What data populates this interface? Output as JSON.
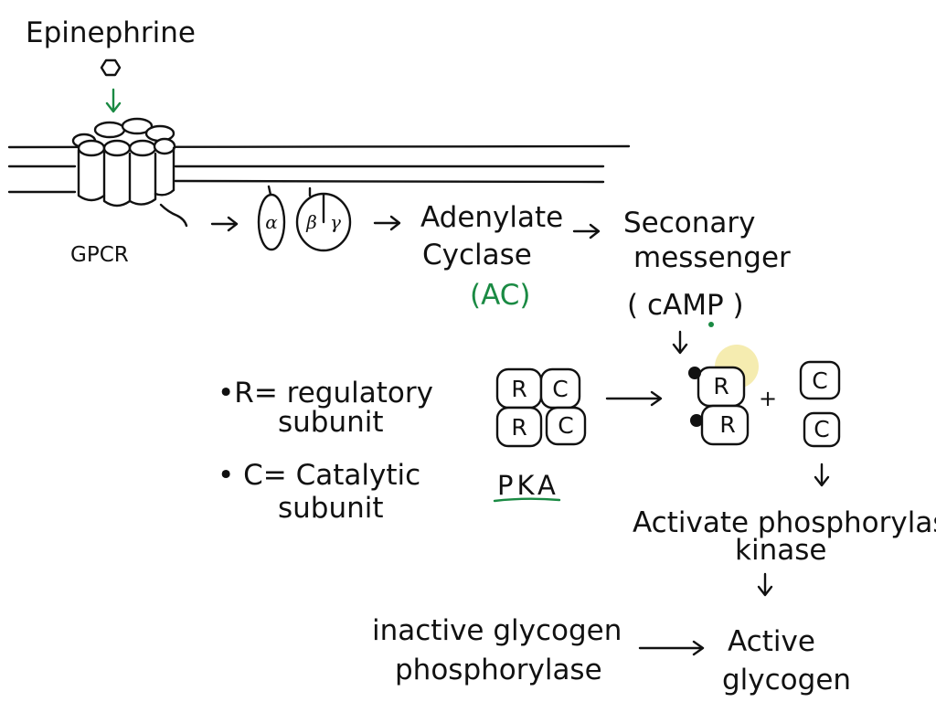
{
  "ligand": {
    "label": "Epinephrine"
  },
  "receptor": {
    "label": "GPCR"
  },
  "g_protein": {
    "alpha": "α",
    "beta": "β",
    "gamma": "γ"
  },
  "enzyme": {
    "line1": "Adenylate",
    "line2": "Cyclase",
    "abbr": "(AC)"
  },
  "messenger": {
    "line1": "Seconary",
    "line2": "messenger",
    "abbr": "( cAMP )"
  },
  "legend": {
    "r_line1": "•R= regulatory",
    "r_line2": "subunit",
    "c_line1": "• C= Catalytic",
    "c_line2": "subunit"
  },
  "pka": {
    "label": "PKA",
    "subunits": [
      "R",
      "C",
      "R",
      "C"
    ]
  },
  "dissociated": {
    "regulatory": [
      "R",
      "R"
    ],
    "plus": "+",
    "catalytic": [
      "C",
      "C"
    ]
  },
  "step_activate": {
    "line1": "Activate phosphorylase",
    "line2": "kinase"
  },
  "inactive_enzyme": {
    "line1": "inactive glycogen",
    "line2": "phosphorylase"
  },
  "active_enzyme": {
    "line1": "Active",
    "line2": "glycogen"
  },
  "colors": {
    "ink": "#111111",
    "accent_green": "#1a8a43",
    "highlight": "#f3e9a2"
  }
}
